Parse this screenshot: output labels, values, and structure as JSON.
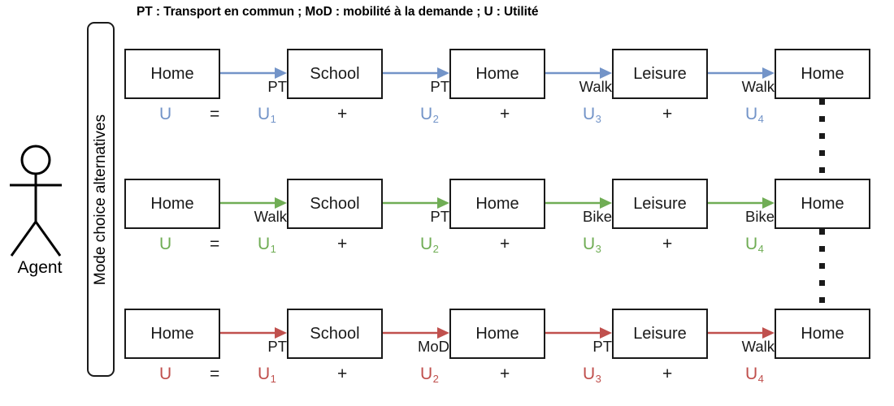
{
  "legend": {
    "text": "PT : Transport en commun ; MoD : mobilité à la demande ; U : Utilité"
  },
  "agent": {
    "label": "Agent",
    "icon": "stick-figure-icon"
  },
  "band": {
    "label": "Mode choice alternatives"
  },
  "symbols": {
    "equals": "=",
    "plus": "+",
    "utility": "U"
  },
  "colors": {
    "blue": "#7394C8",
    "green": "#70AD55",
    "red": "#C0504D",
    "box_border": "#1a1a1a",
    "text": "#1a1a1a",
    "background": "#ffffff"
  },
  "rows": [
    {
      "id": "alternative-1",
      "color": "#7394C8",
      "nodes": [
        "Home",
        "School",
        "Home",
        "Leisure",
        "Home"
      ],
      "modes": [
        "PT",
        "PT",
        "Walk",
        "Walk"
      ],
      "utility": {
        "total": "U",
        "equals": "=",
        "terms": [
          "U1",
          "U2",
          "U3",
          "U4"
        ],
        "subscripts": [
          "1",
          "2",
          "3",
          "4"
        ],
        "operators": [
          "+",
          "+",
          "+"
        ]
      }
    },
    {
      "id": "alternative-2",
      "color": "#70AD55",
      "nodes": [
        "Home",
        "School",
        "Home",
        "Leisure",
        "Home"
      ],
      "modes": [
        "Walk",
        "PT",
        "Bike",
        "Bike"
      ],
      "utility": {
        "total": "U",
        "equals": "=",
        "terms": [
          "U1",
          "U2",
          "U3",
          "U4"
        ],
        "subscripts": [
          "1",
          "2",
          "3",
          "4"
        ],
        "operators": [
          "+",
          "+",
          "+"
        ]
      }
    },
    {
      "id": "alternative-3",
      "color": "#C0504D",
      "nodes": [
        "Home",
        "School",
        "Home",
        "Leisure",
        "Home"
      ],
      "modes": [
        "PT",
        "MoD",
        "PT",
        "Walk"
      ],
      "utility": {
        "total": "U",
        "equals": "=",
        "terms": [
          "U1",
          "U2",
          "U3",
          "U4"
        ],
        "subscripts": [
          "1",
          "2",
          "3",
          "4"
        ],
        "operators": [
          "+",
          "+",
          "+"
        ]
      }
    }
  ],
  "ellipsis": {
    "dot_count": 5,
    "description": "vertical-ellipsis-more-alternatives"
  }
}
